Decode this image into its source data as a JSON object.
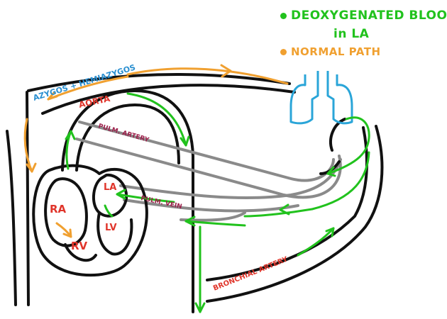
{
  "legend": {
    "deoxygenated_line1": "DEOXYGENATED BLOOD",
    "deoxygenated_line2": "in LA",
    "normal_path": "NORMAL PATH",
    "deoxygenated_color": "#21c21d",
    "normal_color": "#f0a030"
  },
  "labels": {
    "azygos": "AZYGOS + HEMIAZYGOS",
    "aorta": "AORTA",
    "pulm_artery": "PULM. ARTERY",
    "pulm_vein": "PULM. VEIN",
    "bronchial_artery": "BRONCHIAL ARTERY",
    "ra": "RA",
    "rv": "RV",
    "la": "LA",
    "lv": "LV"
  },
  "colors": {
    "outline": "#111111",
    "vessel_gray": "#8a8a8a",
    "lung_blue": "#2aa5d8",
    "chamber_red": "#e0352b",
    "vessel_label_maroon": "#9c1f4a",
    "azygos_blue": "#2a8fd0"
  }
}
